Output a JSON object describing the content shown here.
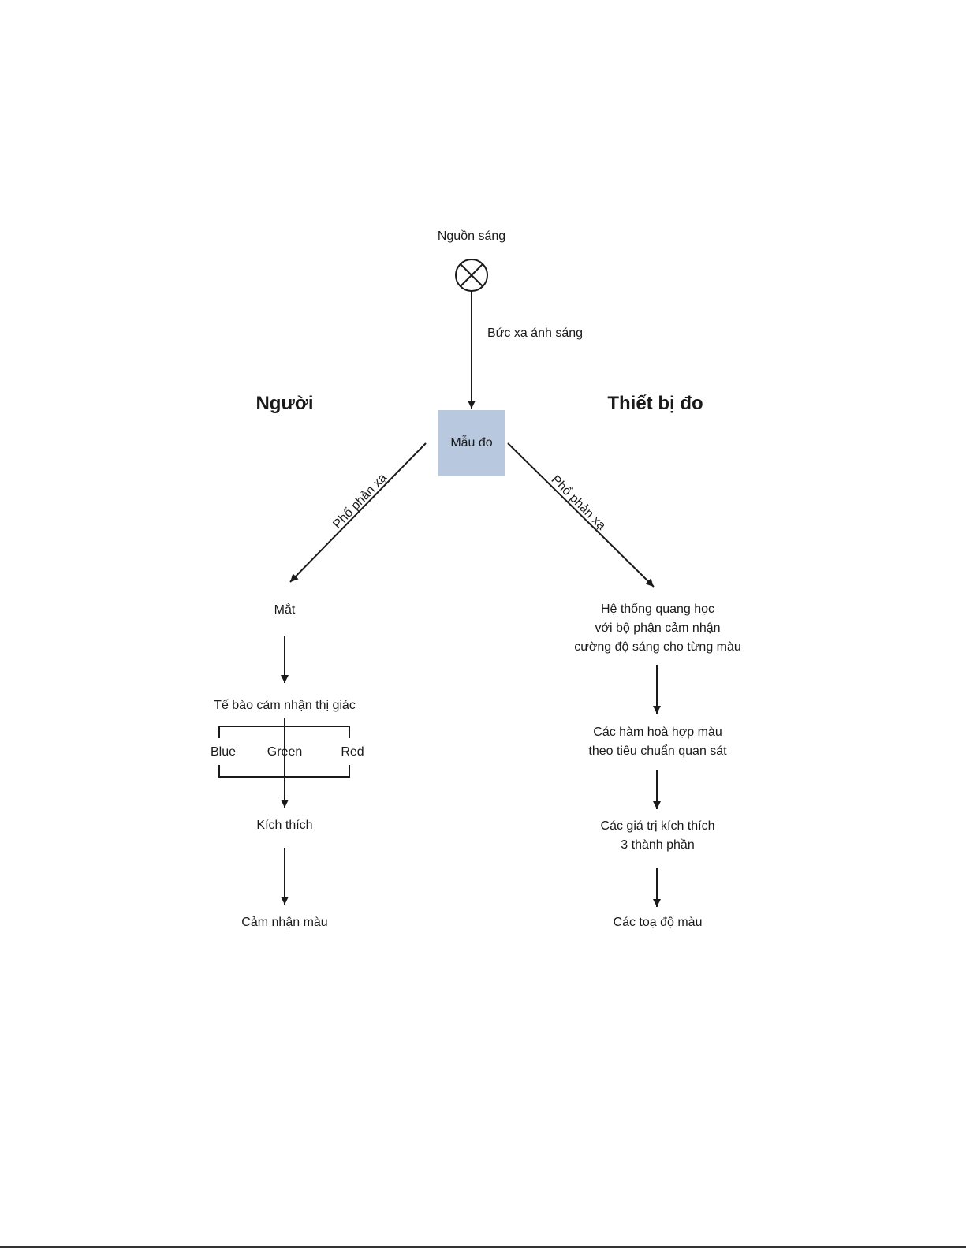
{
  "source": {
    "label": "Nguồn sáng",
    "icon": "light-source-icon"
  },
  "emission": {
    "label": "Bức xạ ánh sáng"
  },
  "sample": {
    "label": "Mẫu đo",
    "color": "#b8c9df"
  },
  "human": {
    "heading": "Người",
    "reflect_label": "Phổ phản xạ",
    "eye": "Mắt",
    "cells": "Tế bào cảm nhận thị giác",
    "channels": [
      "Blue",
      "Green",
      "Red"
    ],
    "stimulus": "Kích thích",
    "perception": "Cảm nhận màu"
  },
  "device": {
    "heading": "Thiết bị đo",
    "reflect_label": "Phổ phản xạ",
    "optics": [
      "Hệ thống quang học",
      "với bộ phận cảm nhận",
      "cường độ sáng cho từng màu"
    ],
    "matching": [
      "Các hàm hoà hợp màu",
      "theo tiêu chuẩn quan sát"
    ],
    "tristimulus": [
      "Các giá trị kích thích",
      "3 thành phần"
    ],
    "coordinates": "Các toạ độ màu"
  },
  "colors": {
    "line": "#1a1a1a"
  }
}
